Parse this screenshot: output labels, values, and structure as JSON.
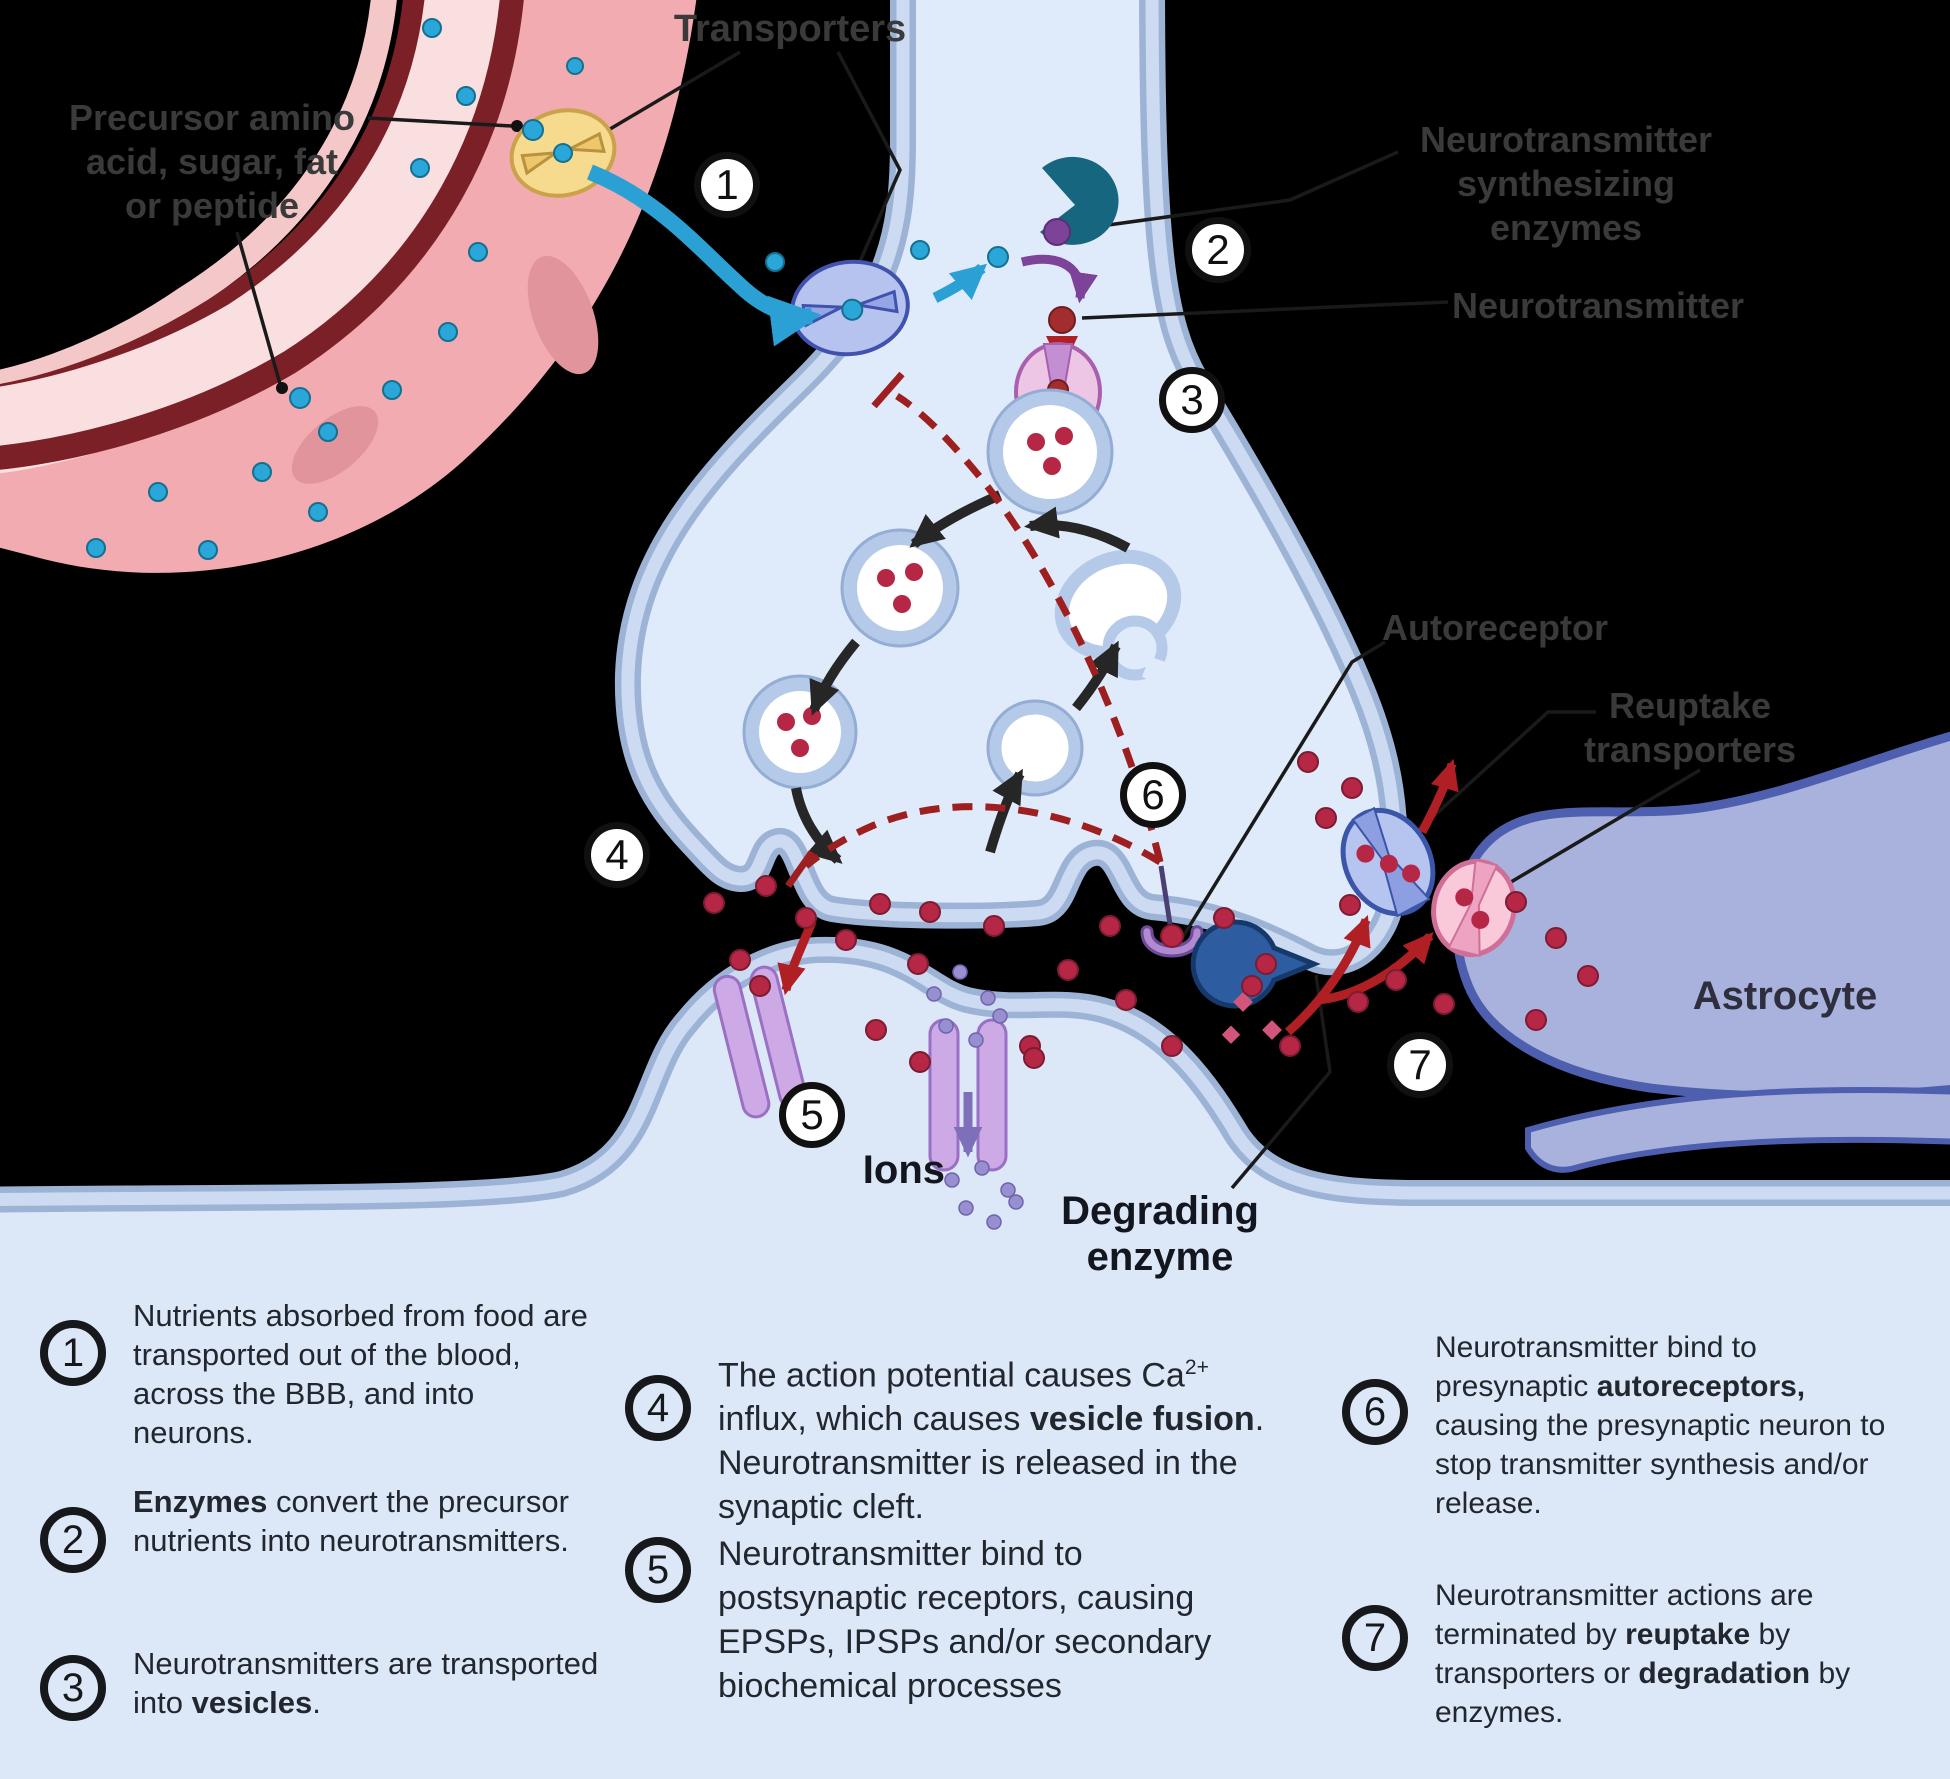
{
  "title": "Neurotransmitter synthesis, release, and reuptake at a synapse",
  "colors": {
    "background": "#000000",
    "neuron_fill": "#dfeafa",
    "membrane": "#9db3d6",
    "vessel_pink": "#f2abb0",
    "vessel_dark_red": "#7b2027",
    "nutrient_blue": "#2aa6d8",
    "neurotransmitter_red": "#b52745",
    "inhibition_dashed_red": "#9e1f1f",
    "enzyme_teal": "#16667f",
    "degrading_enzyme_blue": "#2d5da0",
    "astrocyte_fill": "#a8b2dc",
    "panel_blue": "#dce8f8"
  },
  "labels": {
    "transporters": "Transporters",
    "precursor": [
      "Precursor amino",
      "acid, sugar, fat",
      "or peptide"
    ],
    "synth_enzyme": [
      "Neurotransmitter",
      "synthesizing enzymes"
    ],
    "neurotransmitter": "Neurotransmitter",
    "autoreceptor": "Autoreceptor",
    "reuptake": [
      "Reuptake",
      "transporters"
    ],
    "astrocyte": "Astrocyte",
    "ions": "Ions",
    "degrading": [
      "Degrading",
      "enzyme"
    ]
  },
  "markers": [
    {
      "label": "1"
    },
    {
      "label": "2"
    },
    {
      "label": "3"
    },
    {
      "label": "4"
    },
    {
      "label": "5"
    },
    {
      "label": "6"
    },
    {
      "label": "7"
    }
  ],
  "legend": [
    {
      "num": "1",
      "segments": [
        {
          "t": "Nutrients absorbed from food are transported out of the blood, across the BBB, and into neurons."
        }
      ]
    },
    {
      "num": "2",
      "segments": [
        {
          "t": "Enzymes",
          "b": true
        },
        {
          "t": " convert the precursor nutrients into neurotransmitters."
        }
      ]
    },
    {
      "num": "3",
      "segments": [
        {
          "t": "Neurotransmitters are transported into "
        },
        {
          "t": "vesicles",
          "b": true
        },
        {
          "t": "."
        }
      ]
    },
    {
      "num": "4",
      "segments": [
        {
          "t": "The action potential causes Ca"
        },
        {
          "t": "2+",
          "sup": true
        },
        {
          "t": " influx, which causes "
        },
        {
          "t": "vesicle fusion",
          "b": true
        },
        {
          "t": ". Neurotransmitter is released in the synaptic cleft."
        }
      ]
    },
    {
      "num": "5",
      "segments": [
        {
          "t": "Neurotransmitter bind to postsynaptic receptors, causing EPSPs, IPSPs and/or secondary biochemical processes"
        }
      ]
    },
    {
      "num": "6",
      "segments": [
        {
          "t": "Neurotransmitter bind to presynaptic "
        },
        {
          "t": "autoreceptors,",
          "b": true
        },
        {
          "t": " causing the presynaptic neuron to stop transmitter synthesis and/or release."
        }
      ]
    },
    {
      "num": "7",
      "segments": [
        {
          "t": "Neurotransmitter actions are terminated by "
        },
        {
          "t": "reuptake",
          "b": true
        },
        {
          "t": " by transporters or "
        },
        {
          "t": "degradation",
          "b": true
        },
        {
          "t": " by enzymes."
        }
      ]
    }
  ]
}
